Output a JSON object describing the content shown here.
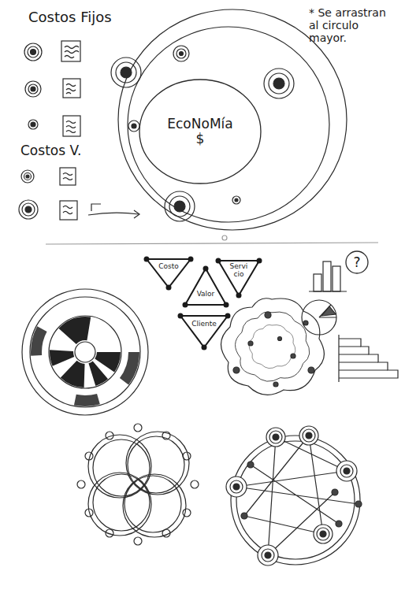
{
  "diagram": {
    "nodes": [
      {
        "text": [
          "EcoNoMía",
          "$"
        ]
      },
      {
        "text": [
          "Costo"
        ]
      },
      {
        "text": [
          "Valor"
        ]
      },
      {
        "text": [
          "Servi cio"
        ]
      },
      {
        "text": [
          "?"
        ]
      },
      {
        "text": [
          "Cliente"
        ]
      }
    ],
    "labels": [
      "Costos Fijos",
      "Costos V.",
      "* Se arrastran al circulo mayor."
    ]
  }
}
